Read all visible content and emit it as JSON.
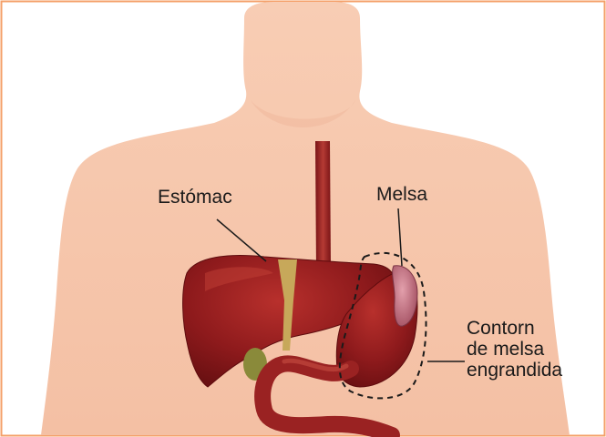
{
  "labels": {
    "stomach": "Estómac",
    "spleen": "Melsa",
    "outline_line1": "Contorn",
    "outline_line2": "de melsa",
    "outline_line3": "engrandida"
  },
  "colors": {
    "frame_border": "#f4a06a",
    "skin": "#f6c6ac",
    "skin_shadow": "#eab095",
    "organ_red": "#8e1a1c",
    "organ_highlight": "#b8302c",
    "spleen_pink": "#c46a7c",
    "gallbladder": "#8a8a3a"
  }
}
